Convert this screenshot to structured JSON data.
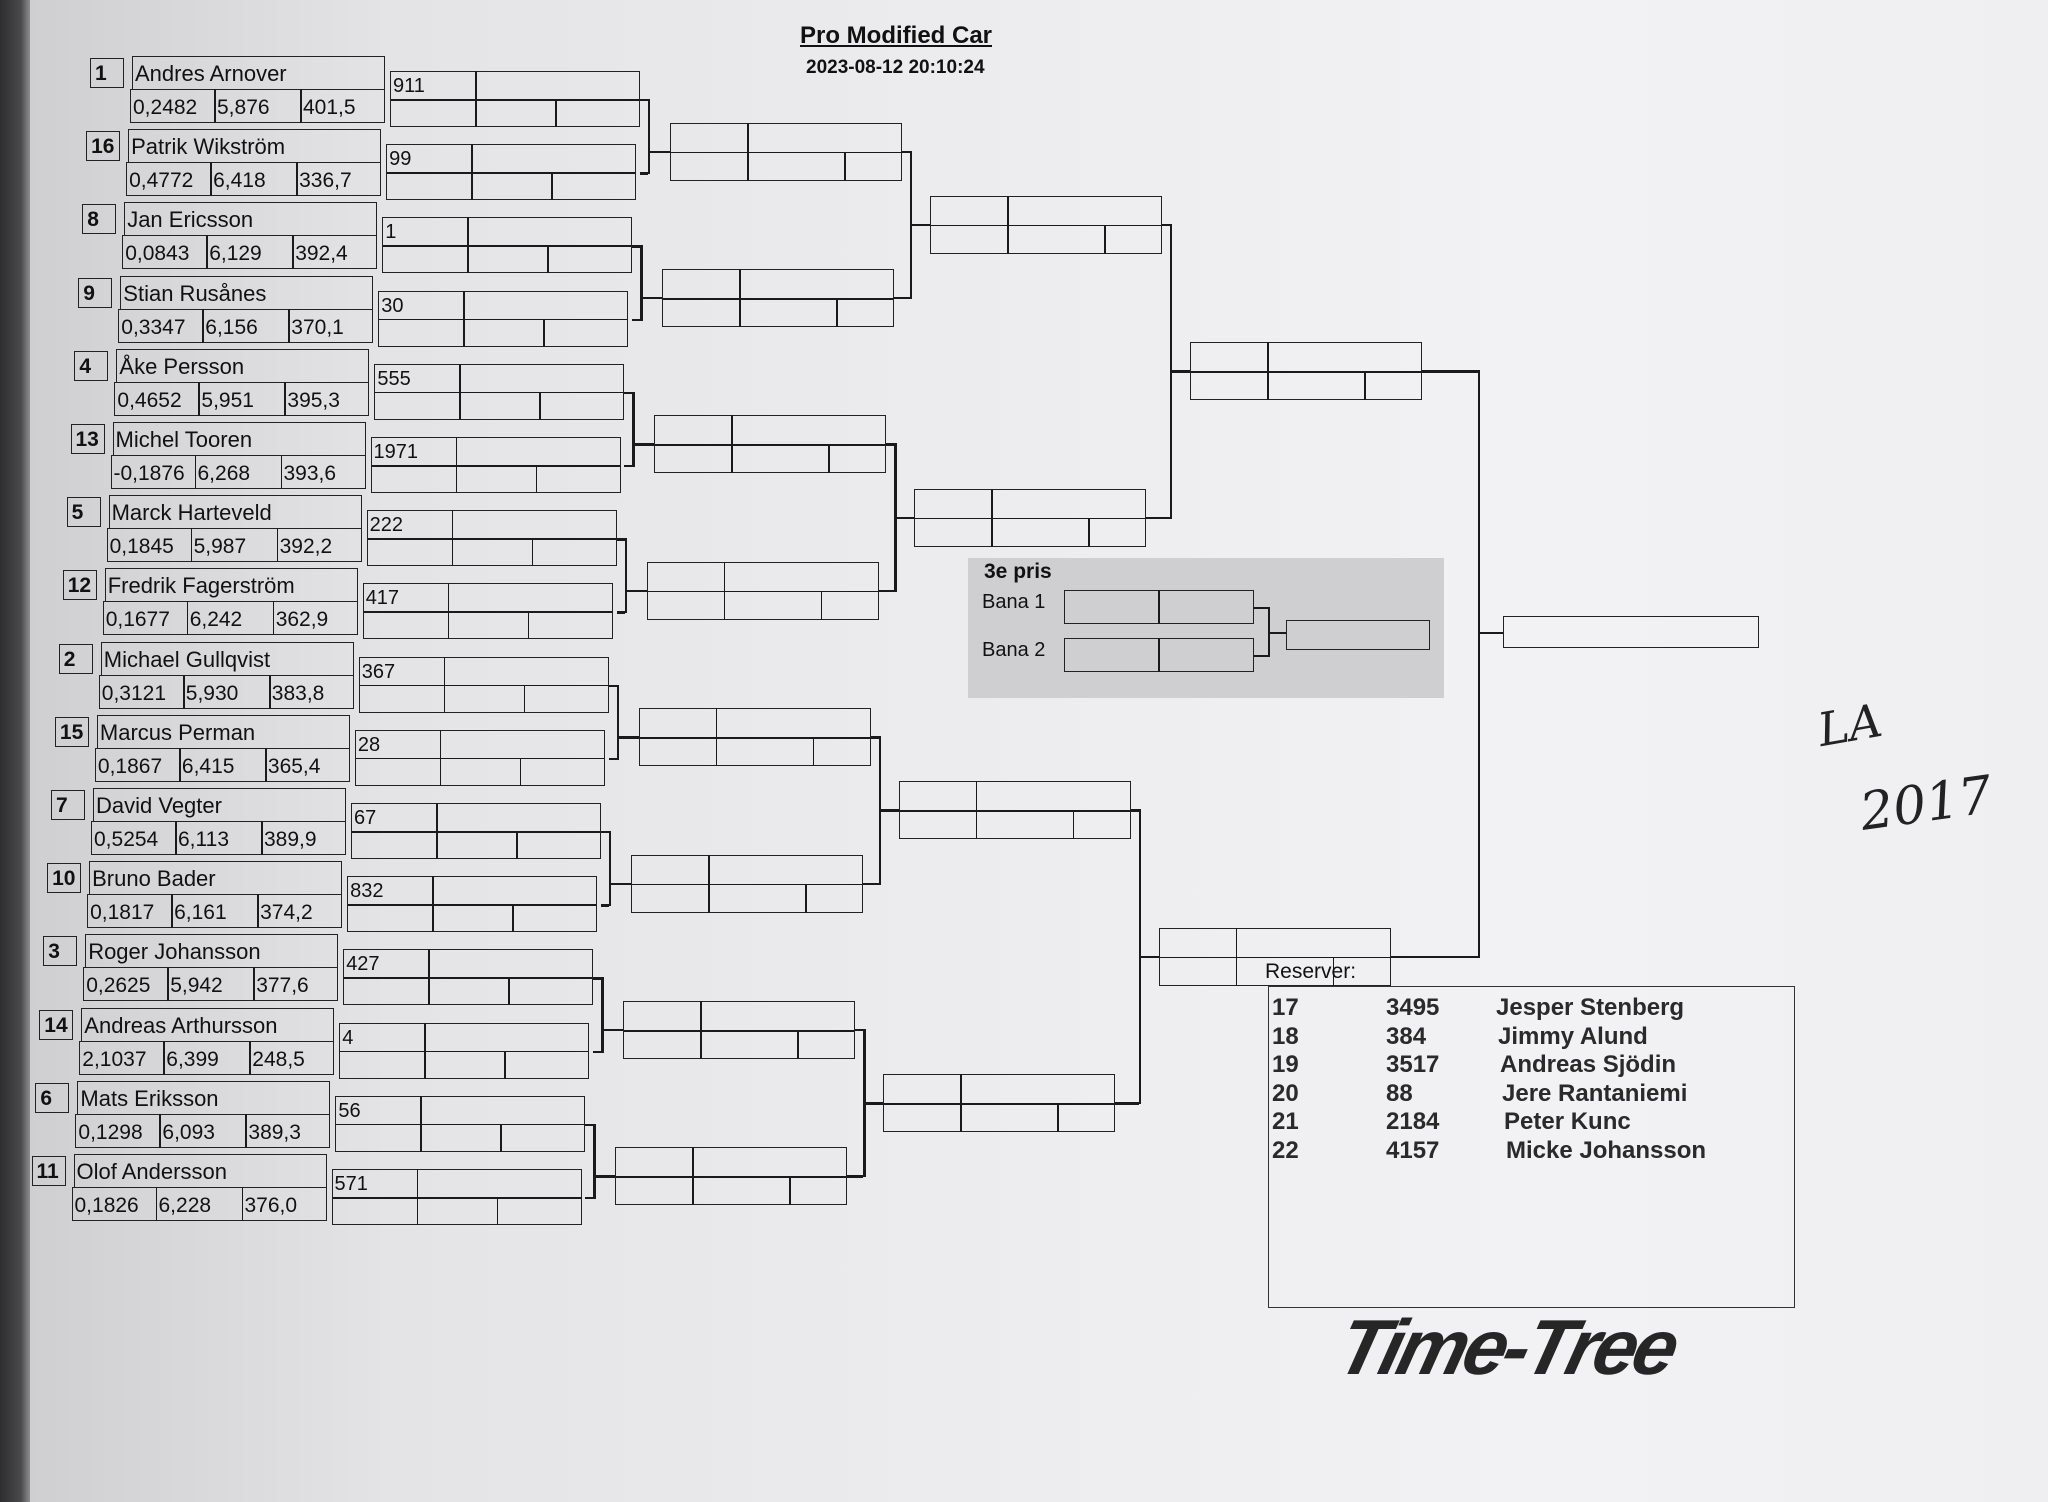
{
  "header": {
    "title": "Pro Modified Car",
    "timestamp": "2023-08-12 20:10:24"
  },
  "entrants": [
    {
      "seed": "1",
      "name": "Andres Arnover",
      "rt": "0,2482",
      "et": "5,876",
      "speed": "401,5",
      "car": "911"
    },
    {
      "seed": "16",
      "name": "Patrik Wikström",
      "rt": "0,4772",
      "et": "6,418",
      "speed": "336,7",
      "car": "99"
    },
    {
      "seed": "8",
      "name": "Jan Ericsson",
      "rt": "0,0843",
      "et": "6,129",
      "speed": "392,4",
      "car": "1"
    },
    {
      "seed": "9",
      "name": "Stian Rusånes",
      "rt": "0,3347",
      "et": "6,156",
      "speed": "370,1",
      "car": "30"
    },
    {
      "seed": "4",
      "name": "Åke Persson",
      "rt": "0,4652",
      "et": "5,951",
      "speed": "395,3",
      "car": "555"
    },
    {
      "seed": "13",
      "name": "Michel Tooren",
      "rt": "-0,1876",
      "et": "6,268",
      "speed": "393,6",
      "car": "1971"
    },
    {
      "seed": "5",
      "name": "Marck Harteveld",
      "rt": "0,1845",
      "et": "5,987",
      "speed": "392,2",
      "car": "222"
    },
    {
      "seed": "12",
      "name": "Fredrik Fagerström",
      "rt": "0,1677",
      "et": "6,242",
      "speed": "362,9",
      "car": "417"
    },
    {
      "seed": "2",
      "name": "Michael Gullqvist",
      "rt": "0,3121",
      "et": "5,930",
      "speed": "383,8",
      "car": "367"
    },
    {
      "seed": "15",
      "name": "Marcus Perman",
      "rt": "0,1867",
      "et": "6,415",
      "speed": "365,4",
      "car": "28"
    },
    {
      "seed": "7",
      "name": "David Vegter",
      "rt": "0,5254",
      "et": "6,113",
      "speed": "389,9",
      "car": "67"
    },
    {
      "seed": "10",
      "name": "Bruno Bader",
      "rt": "0,1817",
      "et": "6,161",
      "speed": "374,2",
      "car": "832"
    },
    {
      "seed": "3",
      "name": "Roger Johansson",
      "rt": "0,2625",
      "et": "5,942",
      "speed": "377,6",
      "car": "427"
    },
    {
      "seed": "14",
      "name": "Andreas Arthursson",
      "rt": "2,1037",
      "et": "6,399",
      "speed": "248,5",
      "car": "4"
    },
    {
      "seed": "6",
      "name": "Mats Eriksson",
      "rt": "0,1298",
      "et": "6,093",
      "speed": "389,3",
      "car": "56"
    },
    {
      "seed": "11",
      "name": "Olof Andersson",
      "rt": "0,1826",
      "et": "6,228",
      "speed": "376,0",
      "car": "571"
    }
  ],
  "third_place": {
    "title": "3e pris",
    "lane1": "Bana 1",
    "lane2": "Bana 2"
  },
  "reserves": {
    "label": "Reserver:",
    "items": [
      {
        "pos": "17",
        "car": "3495",
        "name": "Jesper Stenberg"
      },
      {
        "pos": "18",
        "car": "384",
        "name": "Jimmy Alund"
      },
      {
        "pos": "19",
        "car": "3517",
        "name": "Andreas Sjödin"
      },
      {
        "pos": "20",
        "car": "88",
        "name": "Jere Rantaniemi"
      },
      {
        "pos": "21",
        "car": "2184",
        "name": "Peter Kunc"
      },
      {
        "pos": "22",
        "car": "4157",
        "name": "Micke Johansson"
      }
    ]
  },
  "logo": "Time-Tree",
  "handwriting": {
    "line1": "LA",
    "line2": "2017"
  }
}
